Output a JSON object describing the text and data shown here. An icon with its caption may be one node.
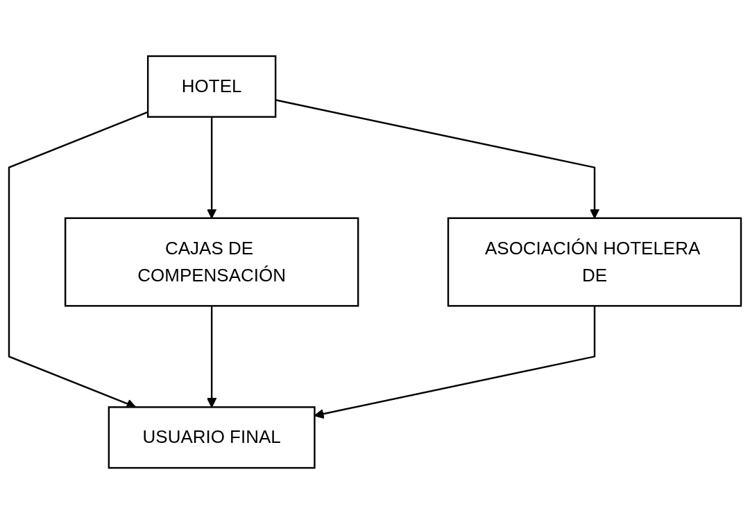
{
  "diagram": {
    "nodes": [
      {
        "text": [
          "HOTEL"
        ]
      },
      {
        "text": [
          "CAJAS DE COMPENSACIÓN"
        ]
      },
      {
        "text": [
          "ASOCIACIÓN HOTELERA DE"
        ]
      },
      {
        "text": [
          "USUARIO FINAL"
        ]
      }
    ],
    "edges": [
      {
        "from": 0,
        "to": 1,
        "arrow": "to"
      },
      {
        "from": 0,
        "to": 3,
        "arrow": "to"
      },
      {
        "from": 0,
        "to": 2,
        "arrow": "to"
      },
      {
        "from": 1,
        "to": 3,
        "arrow": "to"
      },
      {
        "from": 2,
        "to": 3,
        "arrow": "to"
      }
    ]
  }
}
